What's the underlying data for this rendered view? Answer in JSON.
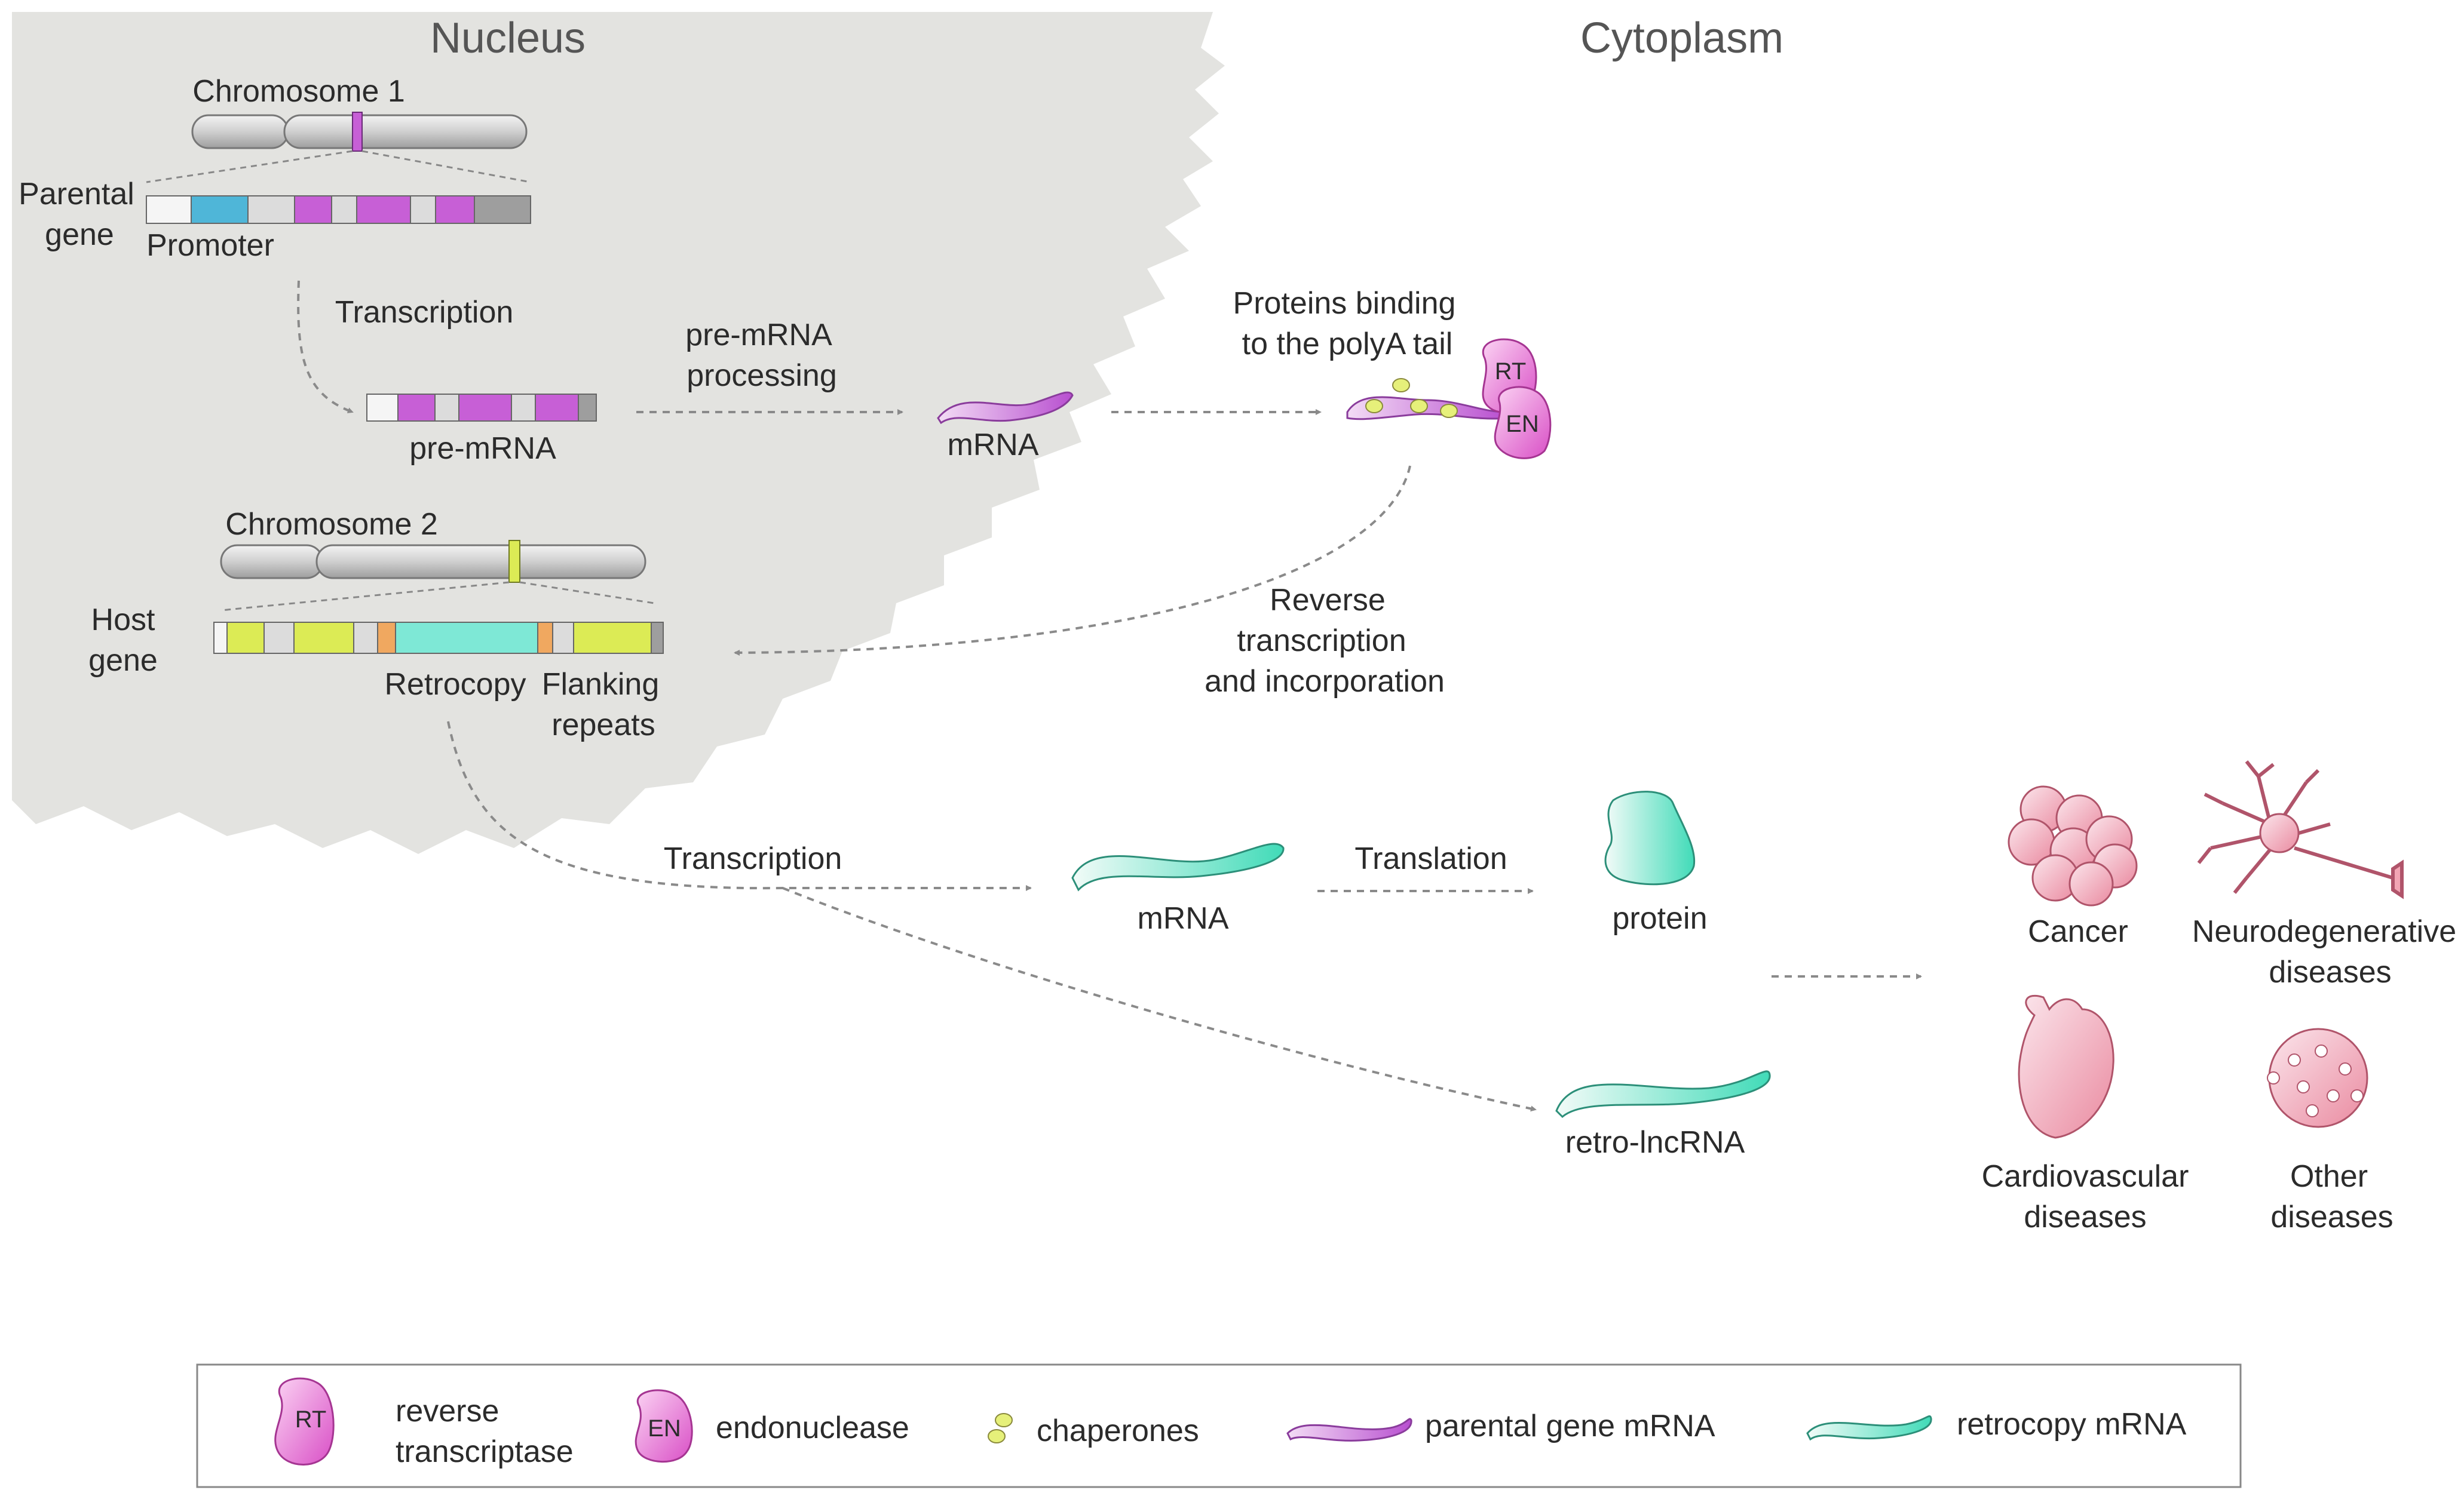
{
  "colors": {
    "nucleus_bg": "#e3e3e0",
    "parental_mrna": "#c75fd6",
    "retrocopy_mrna": "#5fe0c2",
    "enzyme": "#e86bd6",
    "chaperone": "#e6f07a",
    "disease": "#f2a5b4",
    "promoter": "#4fb6d8",
    "host_exon": "#dceb55",
    "retrocopy_bar": "#7ee8d6",
    "flank": "#f0a860"
  },
  "compartments": {
    "nucleus": "Nucleus",
    "cytoplasm": "Cytoplasm"
  },
  "chromosome1": {
    "label": "Chromosome 1"
  },
  "parental": {
    "label_line1": "Parental",
    "label_line2": "gene",
    "promoter": "Promoter"
  },
  "steps": {
    "transcription1": "Transcription",
    "premrna": "pre-mRNA",
    "processing_line1": "pre-mRNA",
    "processing_line2": "processing",
    "mrna1": "mRNA",
    "binding_line1": "Proteins binding",
    "binding_line2": "to the polyA tail",
    "rt_line1": "Reverse",
    "rt_line2": "transcription",
    "rt_line3": "and incorporation",
    "transcription2": "Transcription",
    "mrna2": "mRNA",
    "translation": "Translation",
    "protein": "protein",
    "retrolnc": "retro-lncRNA"
  },
  "chromosome2": {
    "label": "Chromosome 2"
  },
  "host": {
    "label_line1": "Host",
    "label_line2": "gene",
    "retrocopy": "Retrocopy",
    "flank_line1": "Flanking",
    "flank_line2": "repeats"
  },
  "enzymes": {
    "rt": "RT",
    "en": "EN"
  },
  "diseases": {
    "cancer": "Cancer",
    "neuro_line1": "Neurodegenerative",
    "neuro_line2": "diseases",
    "cardio_line1": "Cardiovascular",
    "cardio_line2": "diseases",
    "other_line1": "Other",
    "other_line2": "diseases"
  },
  "legend": {
    "rt_icon": "RT",
    "rt_label_line1": "reverse",
    "rt_label_line2": "transcriptase",
    "en_icon": "EN",
    "en_label": "endonuclease",
    "chaperones": "chaperones",
    "parental_mrna": "parental gene mRNA",
    "retrocopy_mrna": "retrocopy mRNA"
  }
}
